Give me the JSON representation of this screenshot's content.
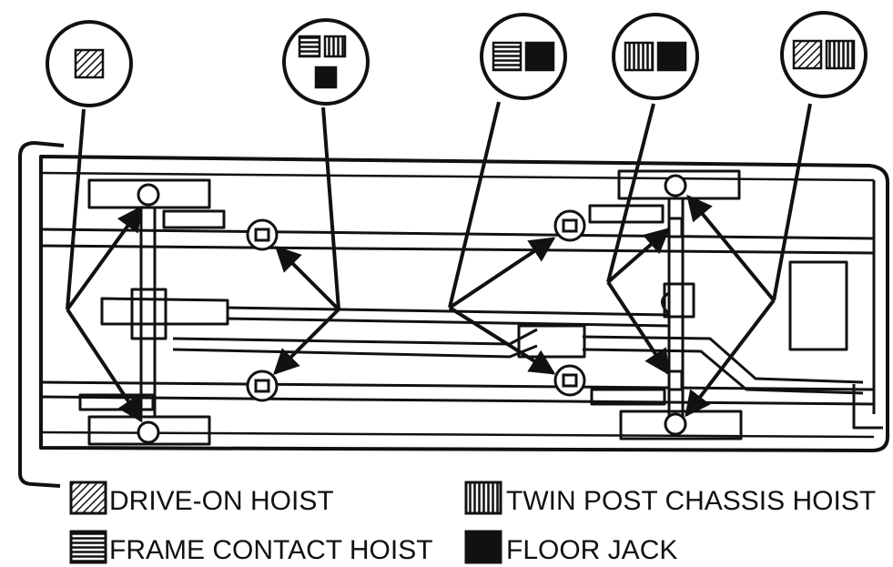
{
  "legend": {
    "drive_on": {
      "label": "DRIVE-ON HOIST",
      "pattern": "diagonal-hatch"
    },
    "twin_post": {
      "label": "TWIN POST CHASSIS HOIST",
      "pattern": "vertical-hatch"
    },
    "frame_contact": {
      "label": "FRAME CONTACT HOIST",
      "pattern": "horizontal-hatch"
    },
    "floor_jack": {
      "label": "FLOOR JACK",
      "pattern": "solid"
    }
  },
  "callouts": [
    {
      "id": "front-wheels",
      "symbols": [
        "diagonal-hatch"
      ]
    },
    {
      "id": "front-frame",
      "symbols": [
        "horizontal-hatch",
        "vertical-hatch",
        "solid"
      ]
    },
    {
      "id": "rear-frame",
      "symbols": [
        "horizontal-hatch",
        "solid"
      ]
    },
    {
      "id": "rear-axle",
      "symbols": [
        "vertical-hatch",
        "solid"
      ]
    },
    {
      "id": "rear-wheels",
      "symbols": [
        "diagonal-hatch",
        "vertical-hatch"
      ]
    }
  ],
  "colors": {
    "ink": "#111111",
    "paper": "#ffffff"
  }
}
